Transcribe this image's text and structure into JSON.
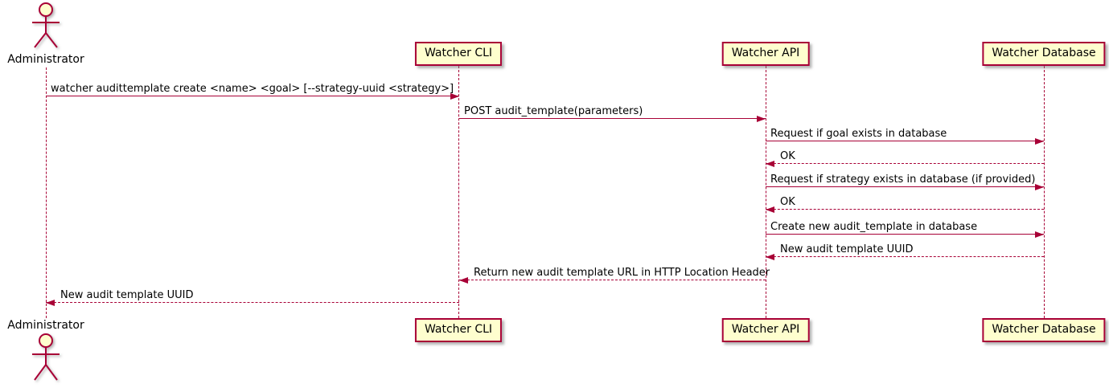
{
  "colors": {
    "accent": "#A80036",
    "participant_fill": "#FEFECE",
    "text": "#000000",
    "background": "#FFFFFF"
  },
  "actor": {
    "label": "Administrator"
  },
  "participants": [
    {
      "label": "Watcher CLI"
    },
    {
      "label": "Watcher API"
    },
    {
      "label": "Watcher Database"
    }
  ],
  "messages": [
    {
      "from": "Administrator",
      "to": "Watcher CLI",
      "label": "watcher audittemplate create <name> <goal> [--strategy-uuid <strategy>]",
      "line": "solid",
      "direction": "right"
    },
    {
      "from": "Watcher CLI",
      "to": "Watcher API",
      "label": "POST audit_template(parameters)",
      "line": "solid",
      "direction": "right"
    },
    {
      "from": "Watcher API",
      "to": "Watcher Database",
      "label": "Request if goal exists in database",
      "line": "solid",
      "direction": "right"
    },
    {
      "from": "Watcher Database",
      "to": "Watcher API",
      "label": "OK",
      "line": "dashed",
      "direction": "left"
    },
    {
      "from": "Watcher API",
      "to": "Watcher Database",
      "label": "Request if strategy exists in database (if provided)",
      "line": "solid",
      "direction": "right"
    },
    {
      "from": "Watcher Database",
      "to": "Watcher API",
      "label": "OK",
      "line": "dashed",
      "direction": "left"
    },
    {
      "from": "Watcher API",
      "to": "Watcher Database",
      "label": "Create new audit_template in database",
      "line": "solid",
      "direction": "right"
    },
    {
      "from": "Watcher Database",
      "to": "Watcher API",
      "label": "New audit template UUID",
      "line": "dashed",
      "direction": "left"
    },
    {
      "from": "Watcher API",
      "to": "Watcher CLI",
      "label": "Return new audit template URL in HTTP Location Header",
      "line": "dashed",
      "direction": "left"
    },
    {
      "from": "Watcher CLI",
      "to": "Administrator",
      "label": "New audit template UUID",
      "line": "dashed",
      "direction": "left"
    }
  ]
}
